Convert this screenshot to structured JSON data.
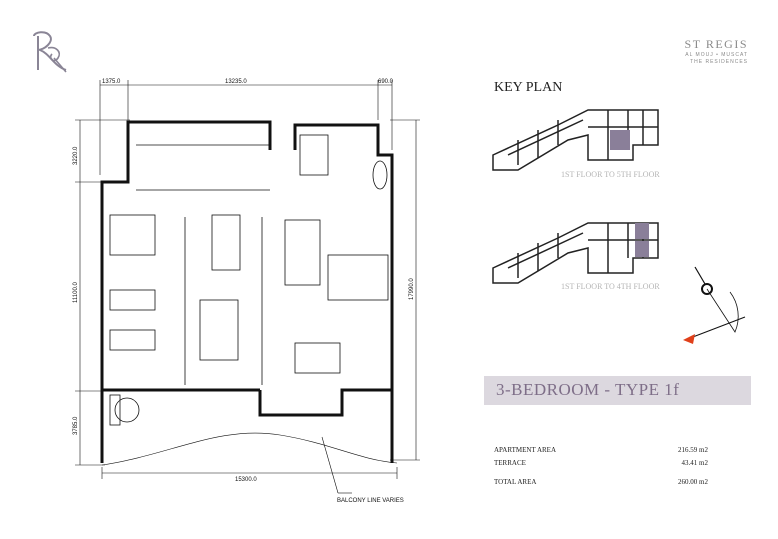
{
  "header": {
    "logo_monogram": "SR",
    "brand": {
      "name": "ST REGIS",
      "line2": "AL MOUJ • MUSCAT",
      "line3": "THE RESIDENCES"
    }
  },
  "key_plan": {
    "title": "KEY PLAN",
    "plans": [
      {
        "label": "1ST FLOOR TO 5TH FLOOR",
        "highlight_color": "#8a7f99"
      },
      {
        "label": "1ST FLOOR TO 4TH FLOOR",
        "highlight_color": "#8a7f99"
      }
    ]
  },
  "unit": {
    "title": "3-BEDROOM - TYPE 1f",
    "areas": [
      {
        "label": "APARTMENT AREA",
        "value": "216.59 m2"
      },
      {
        "label": "TERRACE",
        "value": "43.41 m2"
      },
      {
        "label": "TOTAL AREA",
        "value": "260.00 m2"
      }
    ]
  },
  "floor_plan": {
    "dimensions": {
      "top_left": "1375.0",
      "top_middle": "13235.0",
      "top_right": "690.0",
      "left_upper": "3220.0",
      "left_middle": "11100.0",
      "left_lower": "3785.0",
      "right": "17990.0",
      "bottom": "15300.0"
    },
    "note": "BALCONY LINE VARIES"
  },
  "colors": {
    "accent": "#7e6e88",
    "banner": "#dcd8df",
    "highlight": "#8a7f99"
  }
}
